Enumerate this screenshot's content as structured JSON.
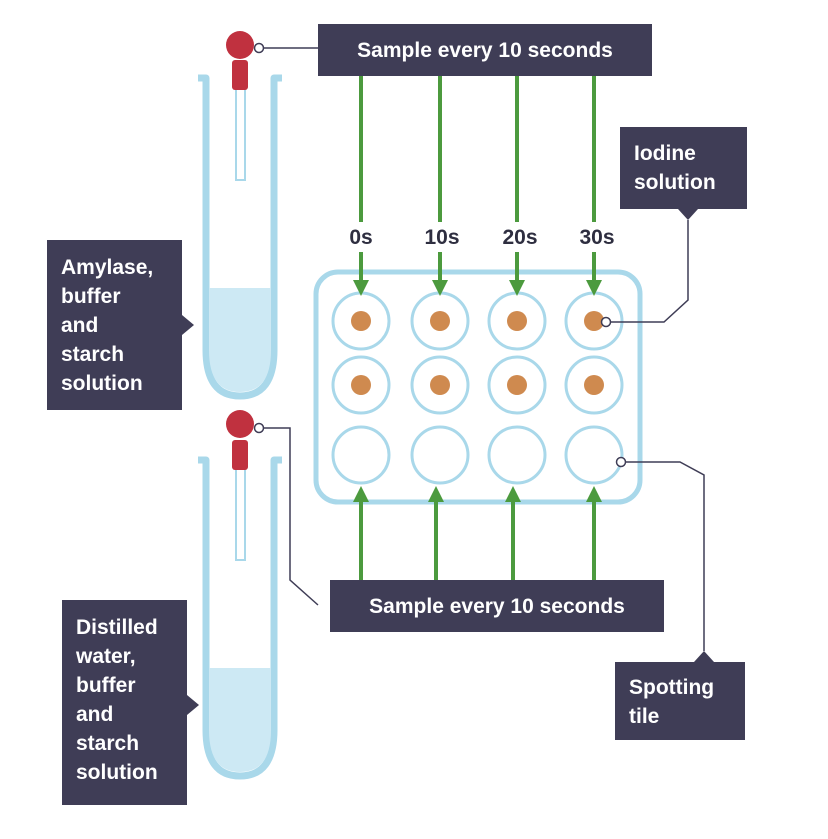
{
  "labels": {
    "top_sample": "Sample every 10 seconds",
    "bottom_sample": "Sample every 10 seconds",
    "iodine": [
      "Iodine",
      "solution"
    ],
    "tube_top": [
      "Amylase,",
      "buffer",
      "and",
      "starch",
      "solution"
    ],
    "tube_bottom": [
      "Distilled",
      "water,",
      "buffer",
      "and",
      "starch",
      "solution"
    ],
    "spotting_tile": [
      "Spotting",
      "tile"
    ]
  },
  "times": [
    "0s",
    "10s",
    "20s",
    "30s"
  ],
  "wells": {
    "rows": [
      [
        true,
        true,
        true,
        true
      ],
      [
        true,
        true,
        true,
        true
      ],
      [
        false,
        false,
        false,
        false
      ]
    ]
  },
  "colors": {
    "label_bg": "#3f3d56",
    "arrow": "#4c9a3e",
    "tube_outline": "#a9d8ea",
    "liquid": "#cde9f4",
    "tile_outline": "#a9d8ea",
    "iodine_spot": "#cf8a4f",
    "pipette_bulb": "#c0313f"
  }
}
